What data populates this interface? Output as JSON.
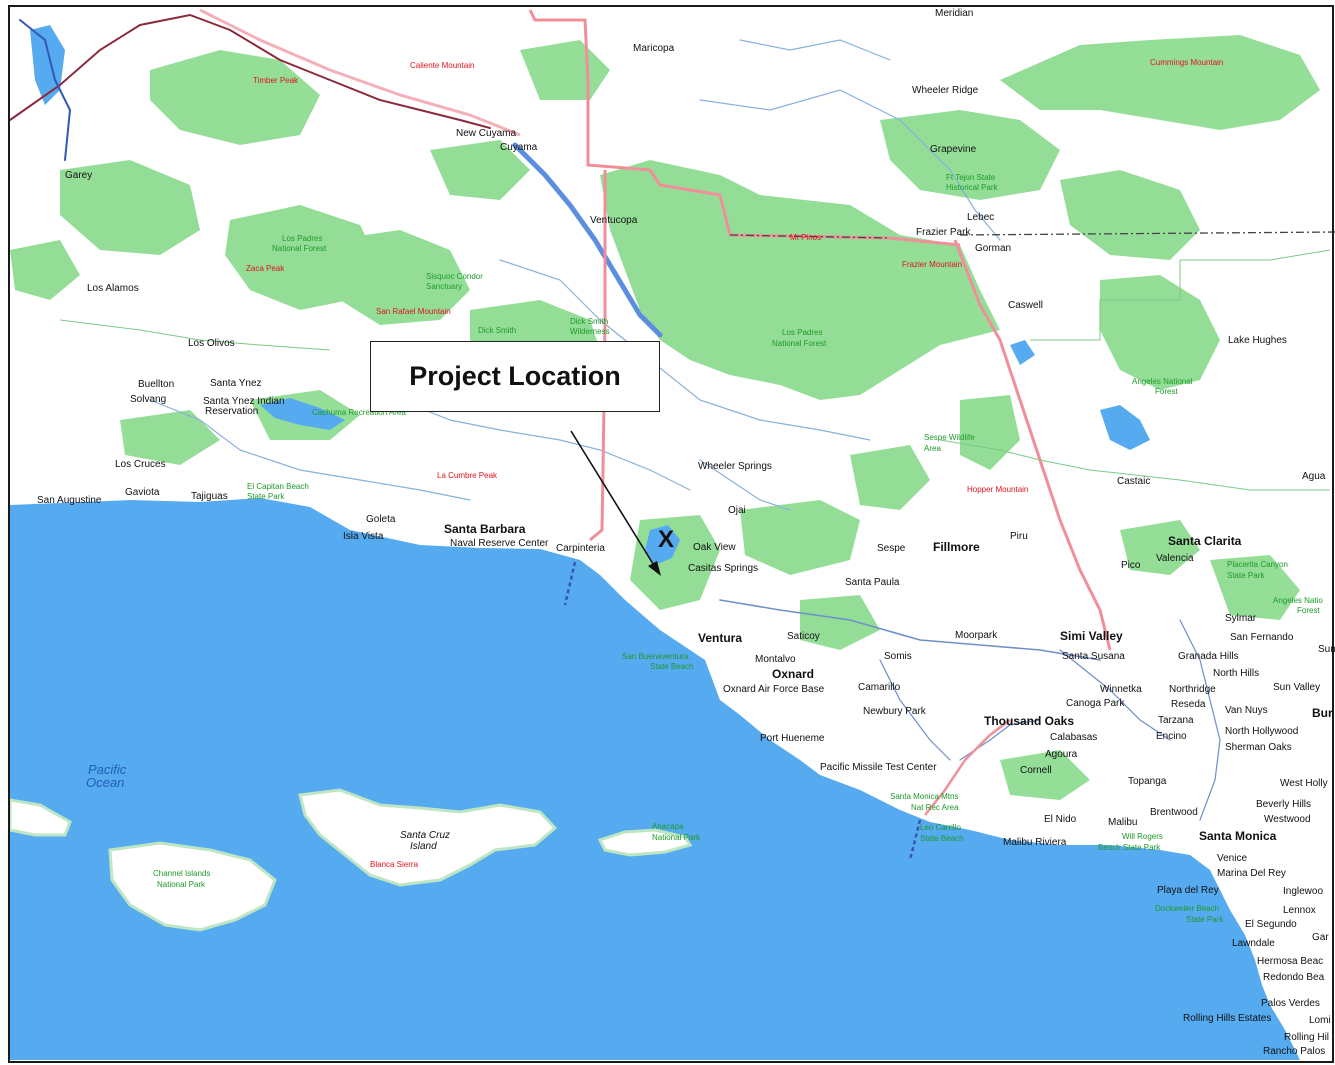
{
  "colors": {
    "land": "#ffffff",
    "water": "#56aaf0",
    "forest": "#8fdc92",
    "county_line": "#f08f9a",
    "river": "#6f8fc8",
    "frame": "#1a1a1a"
  },
  "callout": {
    "label": "Project Location"
  },
  "marker": {
    "symbol": "X",
    "icon": "x-marker-icon"
  },
  "labels": {
    "meridian": "Meridian",
    "maricopa": "Maricopa",
    "wheeler_ridge": "Wheeler Ridge",
    "cummings_mountain": "Cummings Mountain",
    "caliente_mountain": "Caliente Mountain",
    "timber_peak": "Timber Peak",
    "new_cuyama": "New Cuyama",
    "cuyama": "Cuyama",
    "garey": "Garey",
    "grapevine": "Grapevine",
    "ft_tejon": "Ft Tejon State",
    "ft_tejon_2": "Historical Park",
    "lebec": "Lebec",
    "frazier_park": "Frazier Park",
    "gorman": "Gorman",
    "mt_pinos": "Mt Pinos",
    "frazier_mountain": "Frazier Mountain",
    "ventucopa": "Ventucopa",
    "lp_nf_1": "Los Padres",
    "lp_nf_1b": "National Forest",
    "zaca_peak": "Zaca Peak",
    "sisquoc": "Sisquoc Condor",
    "sisquoc_2": "Sanctuary",
    "los_alamos": "Los Alamos",
    "san_rafael_mountain": "San Rafael Mountain",
    "dick_smith_w": "Dick Smith",
    "dick_smith_w2": "Wilderness",
    "dick_smith": "Dick Smith",
    "lp_nf_2": "Los Padres",
    "lp_nf_2b": "National Forest",
    "caswell": "Caswell",
    "lake_hughes": "Lake Hughes",
    "los_olivos": "Los Olivos",
    "buellton": "Buellton",
    "santa_ynez": "Santa Ynez",
    "solvang": "Solvang",
    "santa_ynez_indian": "Santa Ynez Indian",
    "santa_ynez_indian_2": "Reservation",
    "cachuma": "Cachuma Recreation Area",
    "angeles_nf": "Angeles National",
    "angeles_nf_2": "Forest",
    "sespe_wilderness": "Sespe Wildlife",
    "sespe_wilderness_2": "Area",
    "wheeler_springs": "Wheeler Springs",
    "los_cruces": "Los Cruces",
    "la_cumbre_peak": "La Cumbre Peak",
    "hopper_mountain": "Hopper Mountain",
    "castaic": "Castaic",
    "agua_dulce": "Agua",
    "san_augustine": "San Augustine",
    "gaviota": "Gaviota",
    "tajiguas": "Tajiguas",
    "el_capitan": "El Capitan Beach",
    "el_capitan_2": "State Park",
    "goleta": "Goleta",
    "ojai": "Ojai",
    "santa_barbara": "Santa Barbara",
    "isla_vista": "Isla Vista",
    "naval_reserve": "Naval Reserve Center",
    "carpinteria": "Carpinteria",
    "oak_view": "Oak View",
    "casitas_springs": "Casitas Springs",
    "sespe": "Sespe",
    "fillmore": "Fillmore",
    "piru": "Piru",
    "santa_clarita": "Santa Clarita",
    "valencia": "Valencia",
    "pico": "Pico",
    "placerita": "Placerita Canyon",
    "placerita_2": "State Park",
    "santa_paula": "Santa Paula",
    "angeles_nf_3": "Angeles Natio",
    "angeles_nf_3b": "Forest",
    "sylmar": "Sylmar",
    "san_fernando": "San Fernando",
    "sun_edge": "Sun",
    "ventura": "Ventura",
    "saticoy": "Saticoy",
    "moorpark": "Moorpark",
    "simi_valley": "Simi Valley",
    "san_buenaventura": "San Buenaventura",
    "san_buenaventura_2": "State Beach",
    "montalvo": "Montalvo",
    "somis": "Somis",
    "santa_susana": "Santa Susana",
    "granada_hills": "Granada Hills",
    "north_hills": "North Hills",
    "oxnard": "Oxnard",
    "oxnard_afb": "Oxnard Air Force Base",
    "camarillo": "Camarillo",
    "winnetka": "Winnetka",
    "northridge": "Northridge",
    "sun_valley": "Sun Valley",
    "canoga_park": "Canoga Park",
    "reseda": "Reseda",
    "van_nuys": "Van Nuys",
    "burbank_edge": "Bur",
    "newbury_park": "Newbury Park",
    "thousand_oaks": "Thousand Oaks",
    "tarzana": "Tarzana",
    "north_hollywood": "North Hollywood",
    "port_hueneme": "Port Hueneme",
    "calabasas": "Calabasas",
    "encino": "Encino",
    "sherman_oaks": "Sherman Oaks",
    "agoura": "Agoura",
    "pacific_missile": "Pacific Missile Test Center",
    "cornell": "Cornell",
    "topanga": "Topanga",
    "west_hollywood": "West Holly",
    "pacific_ocean": "Pacific",
    "pacific_ocean_2": "Ocean",
    "smm": "Santa Monica Mtns",
    "smm_2": "Nat Rec Area",
    "brentwood": "Brentwood",
    "beverly_hills": "Beverly Hills",
    "westwood": "Westwood",
    "el_nido": "El Nido",
    "malibu": "Malibu",
    "santa_monica": "Santa Monica",
    "leo_carrillo": "Leo Carrillo",
    "leo_carrillo_2": "State Beach",
    "malibu_riviera": "Malibu Riviera",
    "will_rogers": "Will Rogers",
    "will_rogers_2": "Beach State Park",
    "santa_cruz_island": "Santa Cruz",
    "santa_cruz_island_2": "Island",
    "anacapa": "Anacapa",
    "anacapa_2": "National Park",
    "venice": "Venice",
    "marina_del_rey": "Marina Del Rey",
    "blanca_sierra": "Blanca Sierra",
    "channel_islands": "Channel Islands",
    "channel_islands_2": "National Park",
    "playa_del_rey": "Playa del Rey",
    "inglewood": "Inglewoo",
    "dockweiler": "Dockweiler Beach",
    "dockweiler_2": "State Park",
    "lennox": "Lennox",
    "el_segundo": "El Segundo",
    "lawndale": "Lawndale",
    "gardena_edge": "Gar",
    "hermosa_beach": "Hermosa Beac",
    "redondo_beach": "Redondo Bea",
    "palos_verdes": "Palos Verdes",
    "rolling_hills_estates": "Rolling Hills Estates",
    "lomita_edge": "Lomi",
    "rolling_hills": "Rolling Hil",
    "rancho_palos": "Rancho Palos"
  }
}
